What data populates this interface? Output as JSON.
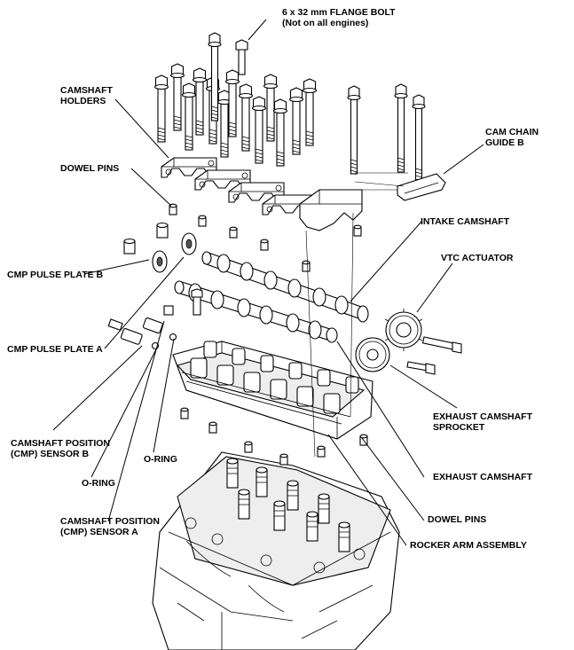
{
  "labels": {
    "flange_bolt_line1": "6 x 32 mm FLANGE BOLT",
    "flange_bolt_line2": "(Not on all engines)",
    "camshaft_holders_line1": "CAMSHAFT",
    "camshaft_holders_line2": "HOLDERS",
    "dowel_pins_top": "DOWEL PINS",
    "cam_chain_guide_line1": "CAM CHAIN",
    "cam_chain_guide_line2": "GUIDE B",
    "intake_camshaft": "INTAKE CAMSHAFT",
    "vtc_actuator": "VTC ACTUATOR",
    "cmp_pulse_plate_b": "CMP PULSE PLATE B",
    "cmp_pulse_plate_a": "CMP PULSE PLATE A",
    "exhaust_sprocket_line1": "EXHAUST CAMSHAFT",
    "exhaust_sprocket_line2": "SPROCKET",
    "cmp_sensor_b_line1": "CAMSHAFT POSITION",
    "cmp_sensor_b_line2": "(CMP) SENSOR B",
    "o_ring_right": "O-RING",
    "o_ring_left": "O-RING",
    "exhaust_camshaft": "EXHAUST CAMSHAFT",
    "dowel_pins_bottom": "DOWEL PINS",
    "cmp_sensor_a_line1": "CAMSHAFT POSITION",
    "cmp_sensor_a_line2": "(CMP) SENSOR A",
    "rocker_arm_assembly": "ROCKER ARM ASSEMBLY"
  }
}
